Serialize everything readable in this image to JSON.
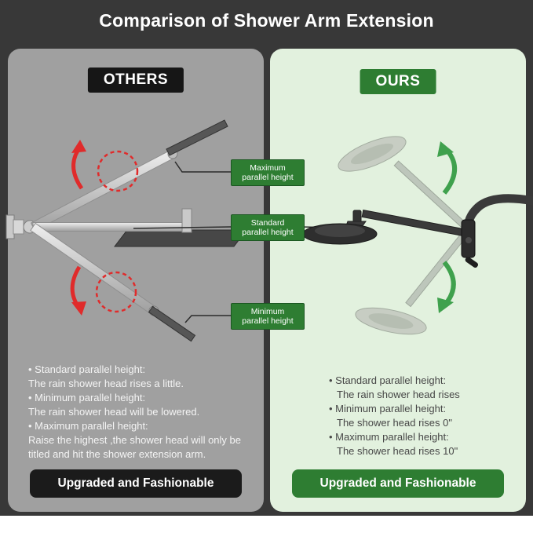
{
  "title": "Comparison of Shower Arm Extension",
  "colors": {
    "page_background": "#383838",
    "others_panel": "#a0a0a0",
    "ours_panel": "#e2f1de",
    "accent_green": "#2e7d32",
    "alert_red": "#e02b2b",
    "badge_dark": "#161616"
  },
  "icons": {
    "tilt_up_arrow_red": "curved red arrow (arm rotates up)",
    "tilt_down_arrow_red": "curved red arrow (arm rotates down)",
    "tilt_up_arrow_green": "curved green arrow (head rises)",
    "tilt_down_arrow_green": "curved green arrow (head lowers)",
    "pivot_highlight": "red dashed circle on pivot joint"
  },
  "callouts": [
    {
      "line1": "Maximum",
      "line2": "parallel height"
    },
    {
      "line1": "Standard",
      "line2": "parallel height"
    },
    {
      "line1": "Minimum",
      "line2": "parallel height"
    }
  ],
  "others_panel": {
    "badge": "OTHERS",
    "notes": [
      {
        "head": "• Standard parallel height:",
        "body": "The rain shower head rises a little."
      },
      {
        "head": "• Minimum parallel height:",
        "body": "The rain shower head will be lowered."
      },
      {
        "head": "• Maximum parallel height:",
        "body": "Raise the highest ,the shower head will only be titled and hit the shower extension arm."
      }
    ],
    "footer": "Upgraded and Fashionable"
  },
  "ours_panel": {
    "badge": "OURS",
    "notes": [
      {
        "head": "• Standard parallel height:",
        "body": "The rain shower head rises"
      },
      {
        "head": "• Minimum parallel height:",
        "body": "The shower head rises 0\""
      },
      {
        "head": "• Maximum parallel height:",
        "body": "The shower head rises 10\""
      }
    ],
    "footer": "Upgraded and Fashionable"
  }
}
